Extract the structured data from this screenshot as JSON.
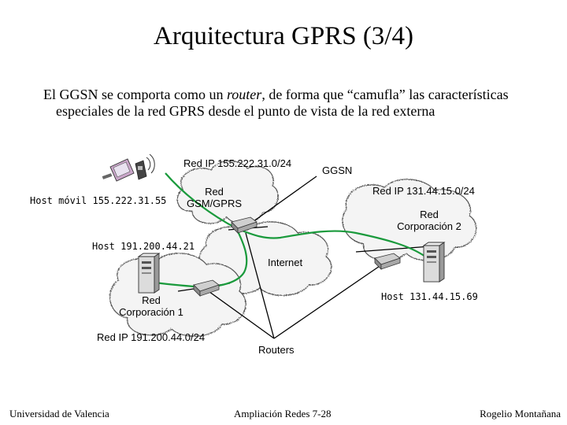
{
  "title": "Arquitectura GPRS (3/4)",
  "paragraph": {
    "before": "El GGSN se comporta como un ",
    "italic": "router",
    "after": ", de forma que “camufla” las características especiales de la red GPRS desde el punto de vista de la red externa"
  },
  "labels": {
    "red_ip_gprs": "Red IP 155.222.31.0/24",
    "ggsn": "GGSN",
    "host_movil": "Host móvil 155.222.31.55",
    "red_gsm_line1": "Red",
    "red_gsm_line2": "GSM/GPRS",
    "red_ip_corp2": "Red IP 131.44.15.0/24",
    "corp2_line1": "Red",
    "corp2_line2": "Corporación 2",
    "host_191": "Host 191.200.44.21",
    "internet": "Internet",
    "host_131": "Host 131.44.15.69",
    "corp1_line1": "Red",
    "corp1_line2": "Corporación 1",
    "red_ip_corp1": "Red IP 191.200.44.0/24",
    "routers": "Routers"
  },
  "footer": {
    "left": "Universidad de Valencia",
    "center": "Ampliación Redes 7-28",
    "right": "Rogelio Montañana"
  },
  "colors": {
    "path": "#1a9a3c",
    "cloud_fill": "#f4f4f4",
    "device": "#9a9a9a"
  }
}
